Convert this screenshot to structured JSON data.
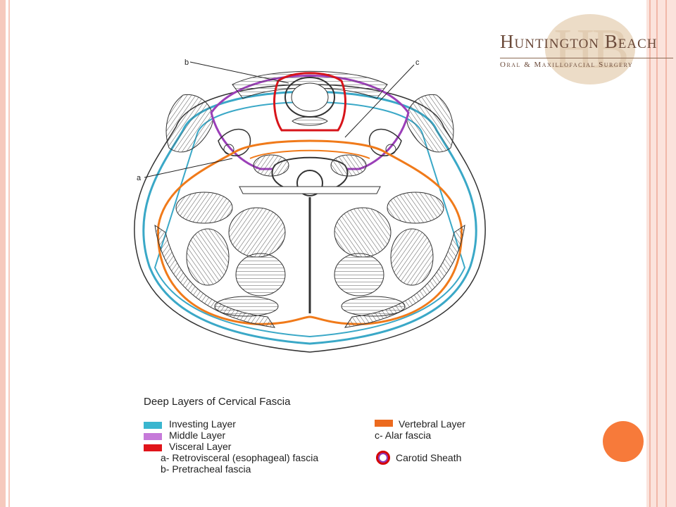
{
  "logo": {
    "monogram": "HB",
    "name": "Huntington Beach",
    "subtitle": "Oral & Maxillofacial Surgery"
  },
  "diagram": {
    "labels": {
      "a": "a",
      "b": "b",
      "c": "c"
    },
    "colors": {
      "investing": "#3aa8c7",
      "middle": "#9b3fb8",
      "visceral": "#d7141a",
      "vertebral": "#f07a1a"
    }
  },
  "legend": {
    "title": "Deep Layers of Cervical Fascia",
    "items": [
      {
        "label": "Investing Layer",
        "color": "#3ab6cf"
      },
      {
        "label": "Middle Layer",
        "color": "#c67ad9"
      },
      {
        "label": "Visceral Layer",
        "color": "#e0141a"
      },
      {
        "label": "a- Retrovisceral (esophageal) fascia"
      },
      {
        "label": "b- Pretracheal fascia"
      },
      {
        "label": "Vertebral Layer",
        "color": "#ec6a1e"
      },
      {
        "label": "c- Alar fascia"
      },
      {
        "label": "Carotid Sheath"
      }
    ]
  },
  "decor": {
    "accent_circle": "#f77a3a",
    "rule_color": "#f6c9bd"
  }
}
